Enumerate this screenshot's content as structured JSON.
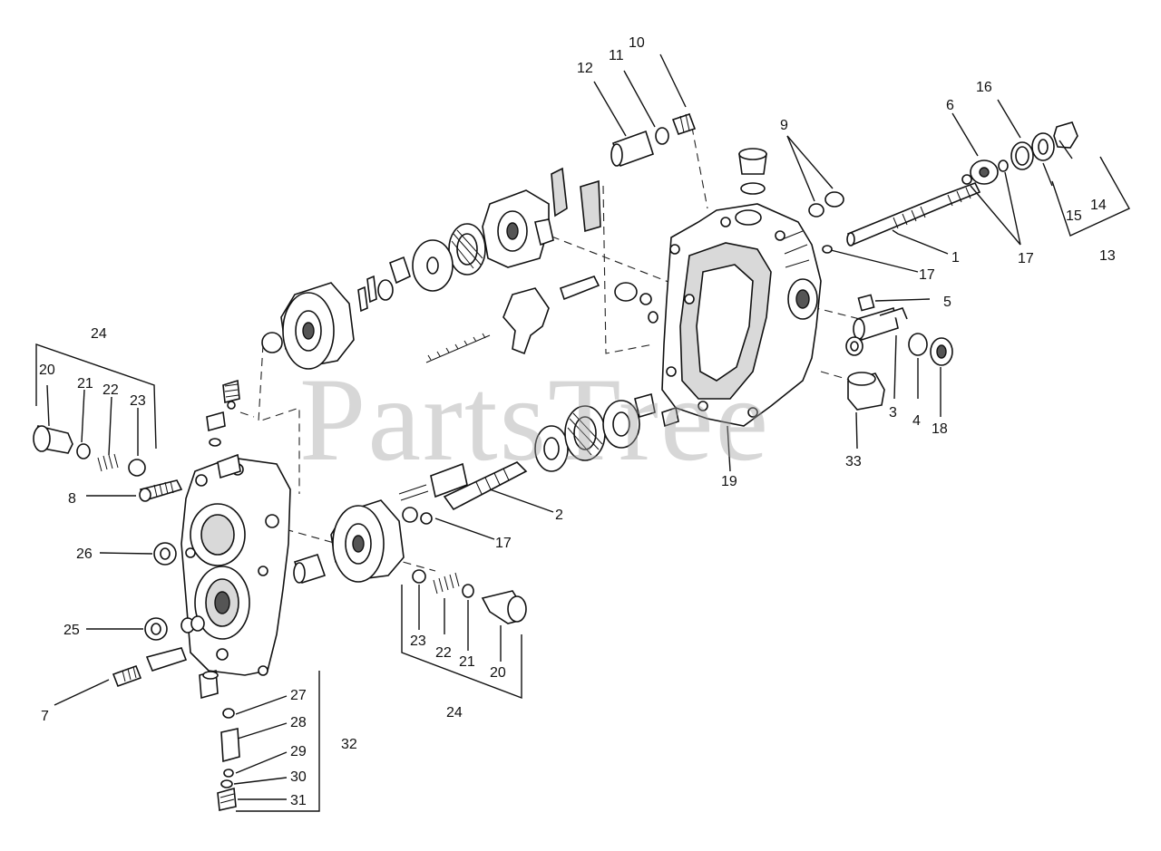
{
  "watermark": "PartsTree",
  "callouts": [
    {
      "id": "c1",
      "text": "1"
    },
    {
      "id": "c2",
      "text": "2"
    },
    {
      "id": "c3",
      "text": "3"
    },
    {
      "id": "c4",
      "text": "4"
    },
    {
      "id": "c5",
      "text": "5"
    },
    {
      "id": "c6",
      "text": "6"
    },
    {
      "id": "c7",
      "text": "7"
    },
    {
      "id": "c8",
      "text": "8"
    },
    {
      "id": "c9",
      "text": "9"
    },
    {
      "id": "c10",
      "text": "10"
    },
    {
      "id": "c11",
      "text": "11"
    },
    {
      "id": "c12",
      "text": "12"
    },
    {
      "id": "c13",
      "text": "13"
    },
    {
      "id": "c14",
      "text": "14"
    },
    {
      "id": "c15",
      "text": "15"
    },
    {
      "id": "c16",
      "text": "16"
    },
    {
      "id": "c17a",
      "text": "17"
    },
    {
      "id": "c17b",
      "text": "17"
    },
    {
      "id": "c17c",
      "text": "17"
    },
    {
      "id": "c18",
      "text": "18"
    },
    {
      "id": "c19",
      "text": "19"
    },
    {
      "id": "c20a",
      "text": "20"
    },
    {
      "id": "c20b",
      "text": "20"
    },
    {
      "id": "c21a",
      "text": "21"
    },
    {
      "id": "c21b",
      "text": "21"
    },
    {
      "id": "c22a",
      "text": "22"
    },
    {
      "id": "c22b",
      "text": "22"
    },
    {
      "id": "c23a",
      "text": "23"
    },
    {
      "id": "c23b",
      "text": "23"
    },
    {
      "id": "c24a",
      "text": "24"
    },
    {
      "id": "c24b",
      "text": "24"
    },
    {
      "id": "c25",
      "text": "25"
    },
    {
      "id": "c26",
      "text": "26"
    },
    {
      "id": "c27",
      "text": "27"
    },
    {
      "id": "c28",
      "text": "28"
    },
    {
      "id": "c29",
      "text": "29"
    },
    {
      "id": "c30",
      "text": "30"
    },
    {
      "id": "c31",
      "text": "31"
    },
    {
      "id": "c32",
      "text": "32"
    },
    {
      "id": "c33",
      "text": "33"
    }
  ]
}
